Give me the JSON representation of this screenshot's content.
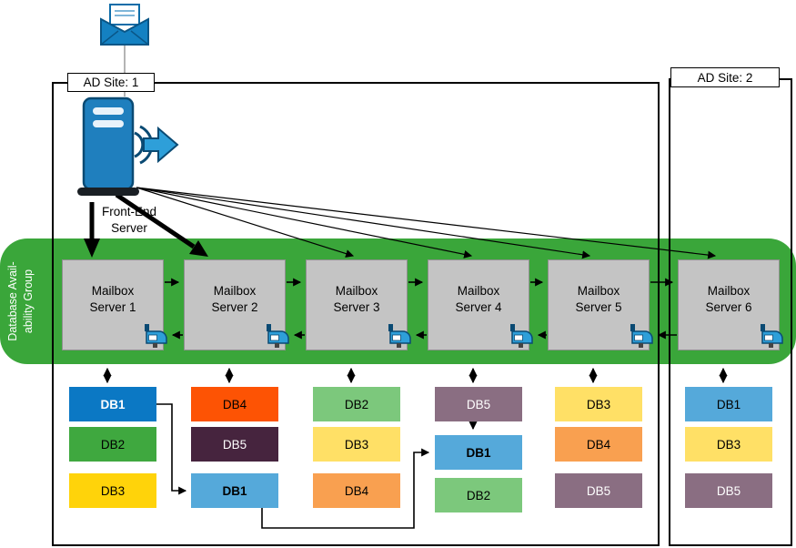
{
  "sites": [
    {
      "label": "AD Site: 1"
    },
    {
      "label": "AD Site: 2"
    }
  ],
  "front_end": {
    "label": "Front-End\nServer"
  },
  "dag": {
    "label": "Database Avail-\nability Group",
    "band_color": "#3aa63a"
  },
  "theme": {
    "server_gray": "#c4c4c4",
    "icon_blue": "#1f7fbe",
    "icon_blue_dark": "#0a4a73",
    "arrow_black": "#000000"
  },
  "icons": {
    "mail": "envelope-icon",
    "front_end": "server-broadcast-icon",
    "mailbox": "mailbox-icon"
  },
  "mailbox_servers": [
    {
      "name": "Mailbox\nServer 1"
    },
    {
      "name": "Mailbox\nServer 2"
    },
    {
      "name": "Mailbox\nServer 3"
    },
    {
      "name": "Mailbox\nServer 4"
    },
    {
      "name": "Mailbox\nServer 5"
    },
    {
      "name": "Mailbox\nServer 6"
    }
  ],
  "db_columns": [
    {
      "server": "Mailbox Server 1",
      "dbs": [
        {
          "label": "DB1",
          "bg": "#0b78c4",
          "fg": "#ffffff",
          "bold": true
        },
        {
          "label": "DB2",
          "bg": "#3fa83f",
          "fg": "#000000",
          "bold": false
        },
        {
          "label": "DB3",
          "bg": "#ffd30a",
          "fg": "#000000",
          "bold": false
        }
      ]
    },
    {
      "server": "Mailbox Server 2",
      "dbs": [
        {
          "label": "DB4",
          "bg": "#fd5304",
          "fg": "#000000",
          "bold": false
        },
        {
          "label": "DB5",
          "bg": "#46243e",
          "fg": "#ffffff",
          "bold": false
        },
        {
          "label": "DB1",
          "bg": "#55a9da",
          "fg": "#000000",
          "bold": true
        }
      ]
    },
    {
      "server": "Mailbox Server 3",
      "dbs": [
        {
          "label": "DB2",
          "bg": "#7cc87c",
          "fg": "#000000",
          "bold": false
        },
        {
          "label": "DB3",
          "bg": "#ffe066",
          "fg": "#000000",
          "bold": false
        },
        {
          "label": "DB4",
          "bg": "#f9a050",
          "fg": "#000000",
          "bold": false
        }
      ]
    },
    {
      "server": "Mailbox Server 4",
      "dbs": [
        {
          "label": "DB5",
          "bg": "#8a6e82",
          "fg": "#ffffff",
          "bold": false
        },
        {
          "label": "DB1",
          "bg": "#55a9da",
          "fg": "#000000",
          "bold": true
        },
        {
          "label": "DB2",
          "bg": "#7cc87c",
          "fg": "#000000",
          "bold": false
        }
      ]
    },
    {
      "server": "Mailbox Server 5",
      "dbs": [
        {
          "label": "DB3",
          "bg": "#ffe066",
          "fg": "#000000",
          "bold": false
        },
        {
          "label": "DB4",
          "bg": "#f9a050",
          "fg": "#000000",
          "bold": false
        },
        {
          "label": "DB5",
          "bg": "#8a6e82",
          "fg": "#ffffff",
          "bold": false
        }
      ]
    },
    {
      "server": "Mailbox Server 6",
      "dbs": [
        {
          "label": "DB1",
          "bg": "#55a9da",
          "fg": "#000000",
          "bold": false
        },
        {
          "label": "DB3",
          "bg": "#ffe066",
          "fg": "#000000",
          "bold": false
        },
        {
          "label": "DB5",
          "bg": "#8a6e82",
          "fg": "#ffffff",
          "bold": false
        }
      ]
    }
  ]
}
